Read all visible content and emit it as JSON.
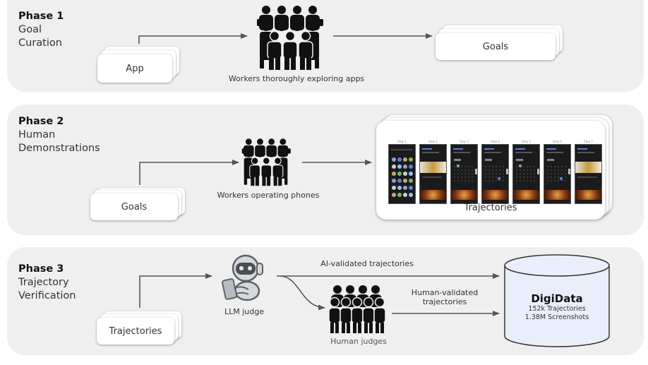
{
  "phases": [
    {
      "label": "Phase 1",
      "name_lines": [
        "Goal",
        "Curation"
      ],
      "input_stack": "App",
      "actor_caption": "Workers thoroughly exploring apps",
      "output_stack": "Goals"
    },
    {
      "label": "Phase 2",
      "name_lines": [
        "Human",
        "Demonstrations"
      ],
      "input_stack": "Goals",
      "actor_caption": "Workers operating phones",
      "output_label": "Trajectories",
      "screens": [
        {
          "step": "Step 1",
          "kind": "app-grid"
        },
        {
          "step": "Step 2",
          "kind": "image-detail"
        },
        {
          "step": "Step 3",
          "kind": "calendar"
        },
        {
          "step": "Step 4",
          "kind": "calendar"
        },
        {
          "step": "Step 5",
          "kind": "calendar"
        },
        {
          "step": "Step 6",
          "kind": "calendar"
        },
        {
          "step": "Step 7",
          "kind": "image-detail"
        }
      ]
    },
    {
      "label": "Phase 3",
      "name_lines": [
        "Trajectory",
        "Verification"
      ],
      "input_stack": "Trajectories",
      "llm_caption": "LLM judge",
      "human_caption": "Human judges",
      "ai_edge_label": "AI-validated trajectories",
      "human_edge_label_lines": [
        "Human-validated",
        "trajectories"
      ],
      "database": {
        "title": "DigiData",
        "lines": [
          "152k Trajectories",
          "1.38M Screenshots"
        ]
      }
    }
  ],
  "colors": {
    "panel": "#efefef",
    "card": "#ffffff",
    "arrow": "#555555",
    "database_fill": "#e9eefa",
    "icon": "#111111",
    "robot": "#6b6f75"
  }
}
